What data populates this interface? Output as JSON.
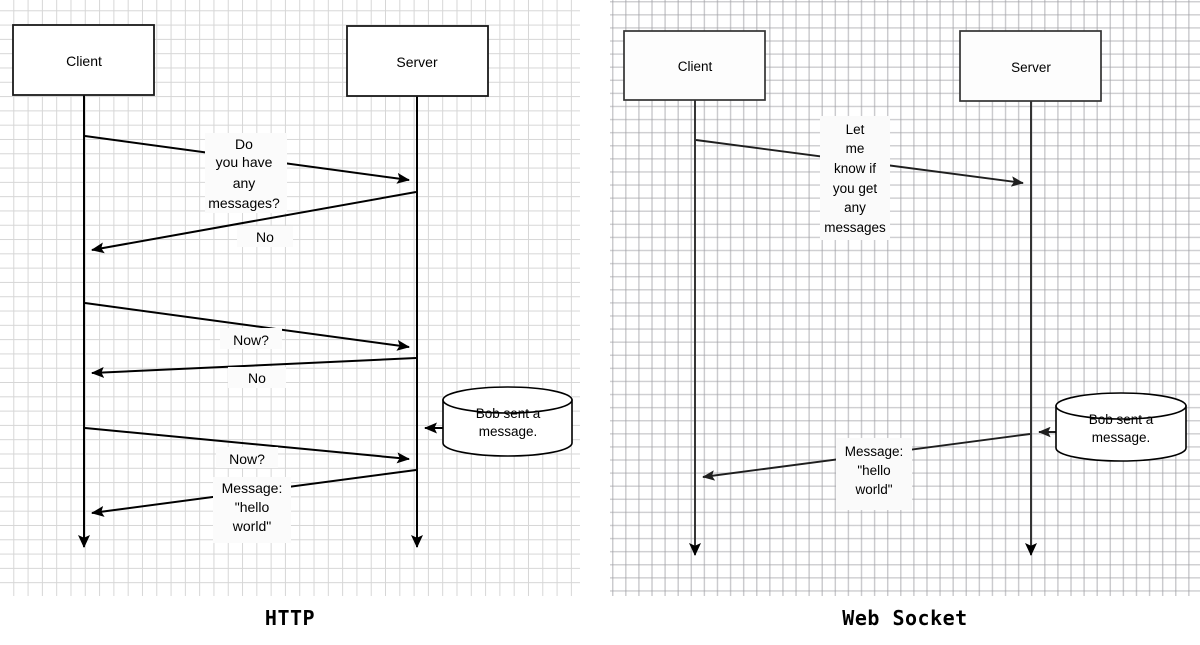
{
  "diagram": {
    "title_left": "HTTP",
    "title_right": "Web Socket",
    "panels": [
      {
        "id": "http",
        "caption": "HTTP",
        "participants": [
          {
            "name": "client",
            "label": "Client"
          },
          {
            "name": "server",
            "label": "Server"
          }
        ],
        "datastore": {
          "label_line1": "Bob sent a",
          "label_line2": "message."
        },
        "messages": [
          {
            "from": "client",
            "to": "server",
            "lines": [
              "Do",
              "you have",
              "any",
              "messages?"
            ]
          },
          {
            "from": "server",
            "to": "client",
            "lines": [
              "No"
            ]
          },
          {
            "from": "client",
            "to": "server",
            "lines": [
              "Now?"
            ]
          },
          {
            "from": "server",
            "to": "client",
            "lines": [
              "No"
            ]
          },
          {
            "from": "datastore",
            "to": "server",
            "lines": []
          },
          {
            "from": "client",
            "to": "server",
            "lines": [
              "Now?"
            ]
          },
          {
            "from": "server",
            "to": "client",
            "lines": [
              "Message:",
              "\"hello",
              "world\""
            ]
          }
        ]
      },
      {
        "id": "websocket",
        "caption": "Web Socket",
        "participants": [
          {
            "name": "client",
            "label": "Client"
          },
          {
            "name": "server",
            "label": "Server"
          }
        ],
        "datastore": {
          "label_line1": "Bob sent a",
          "label_line2": "message."
        },
        "messages": [
          {
            "from": "client",
            "to": "server",
            "lines": [
              "Let",
              "me",
              "know if",
              "you get",
              "any",
              "messages"
            ]
          },
          {
            "from": "datastore",
            "to": "server",
            "lines": []
          },
          {
            "from": "server",
            "to": "client",
            "lines": [
              "Message:",
              "\"hello",
              "world\""
            ]
          }
        ]
      }
    ]
  },
  "text": {
    "client": "Client",
    "server": "Server",
    "db_l1": "Bob sent a",
    "db_l2": "message.",
    "m1_l1": "Do",
    "m1_l2": "you have",
    "m1_l3": "any",
    "m1_l4": "messages?",
    "m2": "No",
    "m3": "Now?",
    "m4": "No",
    "m5": "Now?",
    "m6_l1": "Message:",
    "m6_l2": "\"hello",
    "m6_l3": "world\"",
    "w1_l1": "Let",
    "w1_l2": "me",
    "w1_l3": "know if",
    "w1_l4": "you get",
    "w1_l5": "any",
    "w1_l6": "messages",
    "w2_l1": "Message:",
    "w2_l2": "\"hello",
    "w2_l3": "world\"",
    "cap_left": "HTTP",
    "cap_right": "Web Socket"
  },
  "colors": {
    "stroke": "#000000",
    "grid": "#d6d6d6",
    "background": "#ffffff",
    "text": "#000000"
  }
}
